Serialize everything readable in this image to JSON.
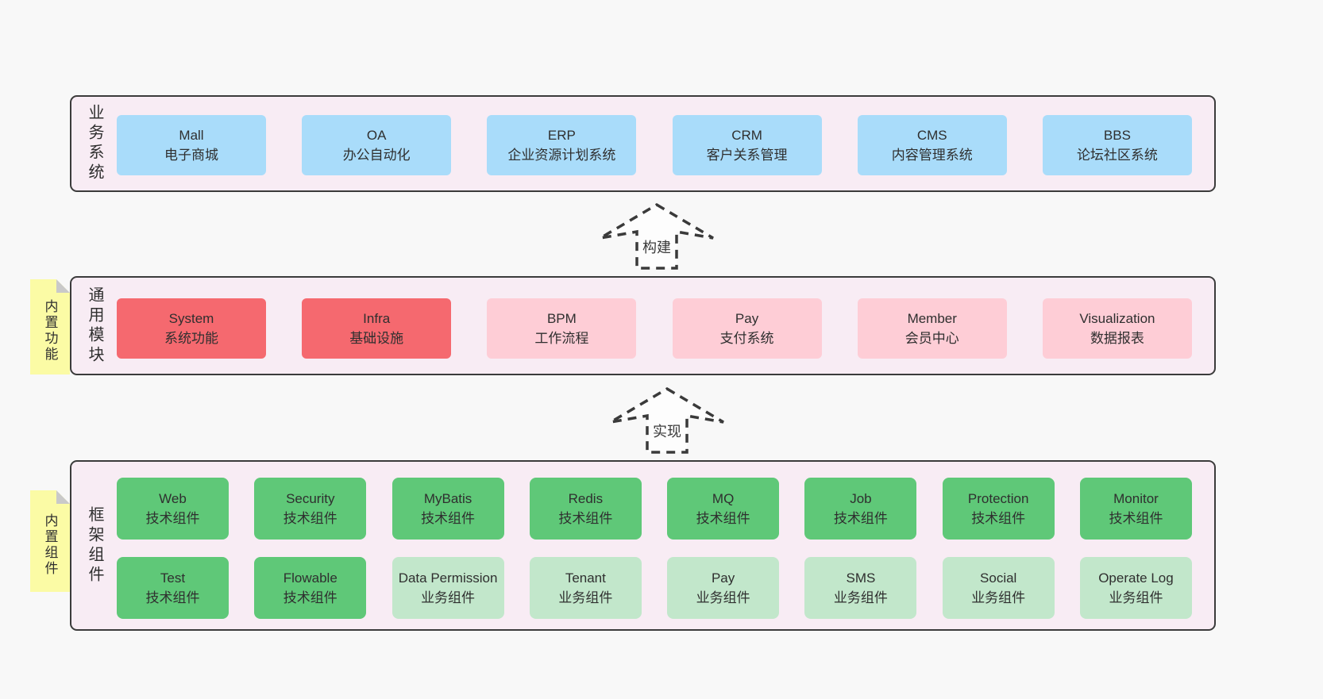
{
  "colors": {
    "page_bg": "#f8f8f8",
    "container_bg": "#f8ecf4",
    "container_border": "#3b3b3b",
    "blue": "#a9dcfa",
    "red": "#f5696f",
    "pink": "#fecdd6",
    "green_dark": "#5fc878",
    "green_light": "#c2e7cb",
    "yellow": "#fbfba5",
    "fold_gray": "#c9c9c9",
    "text": "#2f2f2f"
  },
  "layers": {
    "business": {
      "label": "业务系统",
      "boxes": [
        {
          "title": "Mall",
          "subtitle": "电子商城"
        },
        {
          "title": "OA",
          "subtitle": "办公自动化"
        },
        {
          "title": "ERP",
          "subtitle": "企业资源计划系统"
        },
        {
          "title": "CRM",
          "subtitle": "客户关系管理"
        },
        {
          "title": "CMS",
          "subtitle": "内容管理系统"
        },
        {
          "title": "BBS",
          "subtitle": "论坛社区系统"
        }
      ]
    },
    "modules": {
      "label": "通用模块",
      "tag": "内置功能",
      "boxes": [
        {
          "title": "System",
          "subtitle": "系统功能"
        },
        {
          "title": "Infra",
          "subtitle": "基础设施"
        },
        {
          "title": "BPM",
          "subtitle": "工作流程"
        },
        {
          "title": "Pay",
          "subtitle": "支付系统"
        },
        {
          "title": "Member",
          "subtitle": "会员中心"
        },
        {
          "title": "Visualization",
          "subtitle": "数据报表"
        }
      ]
    },
    "framework": {
      "label": "框架组件",
      "tag": "内置组件",
      "row1": [
        {
          "title": "Web",
          "subtitle": "技术组件"
        },
        {
          "title": "Security",
          "subtitle": "技术组件"
        },
        {
          "title": "MyBatis",
          "subtitle": "技术组件"
        },
        {
          "title": "Redis",
          "subtitle": "技术组件"
        },
        {
          "title": "MQ",
          "subtitle": "技术组件"
        },
        {
          "title": "Job",
          "subtitle": "技术组件"
        },
        {
          "title": "Protection",
          "subtitle": "技术组件"
        },
        {
          "title": "Monitor",
          "subtitle": "技术组件"
        }
      ],
      "row2": [
        {
          "title": "Test",
          "subtitle": "技术组件"
        },
        {
          "title": "Flowable",
          "subtitle": "技术组件"
        },
        {
          "title": "Data Permission",
          "subtitle": "业务组件"
        },
        {
          "title": "Tenant",
          "subtitle": "业务组件"
        },
        {
          "title": "Pay",
          "subtitle": "业务组件"
        },
        {
          "title": "SMS",
          "subtitle": "业务组件"
        },
        {
          "title": "Social",
          "subtitle": "业务组件"
        },
        {
          "title": "Operate Log",
          "subtitle": "业务组件"
        }
      ]
    }
  },
  "arrows": {
    "build": "构建",
    "implement": "实现"
  }
}
